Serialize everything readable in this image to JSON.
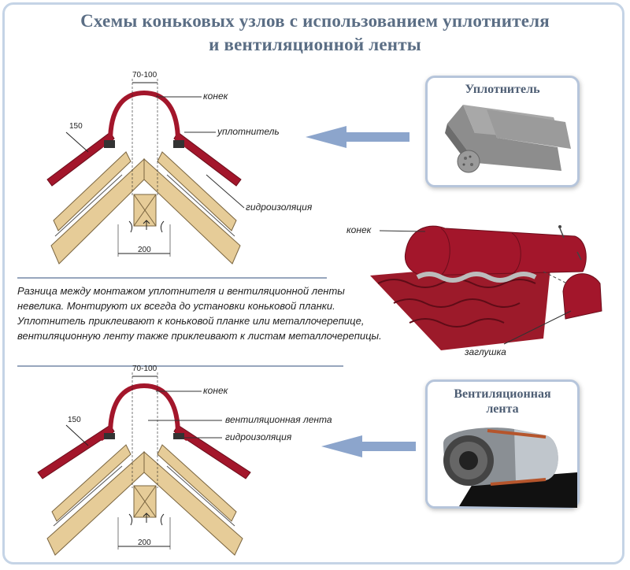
{
  "title": {
    "line1": "Схемы коньковых узлов с использованием уплотнителя",
    "line2": "и вентиляционной ленты"
  },
  "top_diagram": {
    "dim_top": "70-100",
    "dim_side": "150",
    "dim_bottom": "200",
    "labels": {
      "ridge": "конек",
      "seal": "уплотнитель",
      "waterproof": "гидроизоляция"
    }
  },
  "bottom_diagram": {
    "dim_top": "70-100",
    "dim_side": "150",
    "dim_bottom": "200",
    "labels": {
      "ridge": "конек",
      "vent_tape": "вентиляционная лента",
      "waterproof": "гидроизоляция"
    }
  },
  "boxes": {
    "seal": {
      "title": "Уплотнитель"
    },
    "vent": {
      "title_line1": "Вентиляционная",
      "title_line2": "лента"
    }
  },
  "roof_3d": {
    "ridge_label": "конек",
    "cap_label": "заглушка"
  },
  "note": "Разница между монтажом уплотнителя и вентиляционной ленты невелика. Монтируют их всегда до установки коньковой планки. Уплотнитель приклеивают к коньковой планке или металлочерепице, вентиляционную ленту также приклеивают к листам металлочерепицы.",
  "colors": {
    "metal": "#a3162b",
    "wood": "#e6cc98",
    "arrow": "#8ca5cc",
    "frame": "#c5d4e6"
  }
}
